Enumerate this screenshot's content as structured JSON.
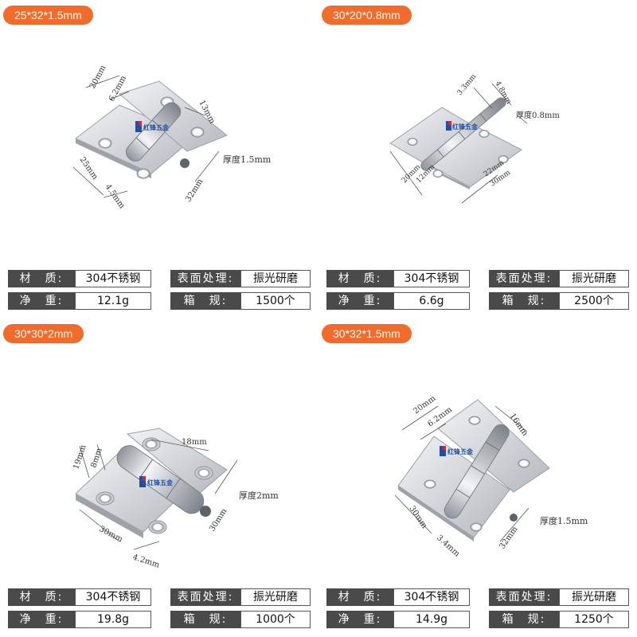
{
  "products": [
    {
      "size": "25*32*1.5mm",
      "dims": {
        "d1": "20mm",
        "d2": "6.2mm",
        "d3": "13mm",
        "d4": "厚度1.5mm",
        "d5": "32mm",
        "d6": "4.5mm",
        "d7": "25mm"
      },
      "specs": {
        "material_label": "材　质:",
        "material": "304不锈钢",
        "surface_label": "表面处理:",
        "surface": "振光研磨",
        "weight_label": "净　重:",
        "weight": "12.1g",
        "box_label": "箱　规:",
        "box": "1500个"
      }
    },
    {
      "size": "30*20*0.8mm",
      "dims": {
        "d1": "3.3mm",
        "d2": "4.8mm",
        "d3": "厚度0.8mm",
        "d4": "12mm",
        "d5": "20mm",
        "d6": "22mm",
        "d7": "30mm"
      },
      "specs": {
        "material_label": "材　质:",
        "material": "304不锈钢",
        "surface_label": "表面处理:",
        "surface": "振光研磨",
        "weight_label": "净　重:",
        "weight": "6.6g",
        "box_label": "箱　规:",
        "box": "2500个"
      }
    },
    {
      "size": "30*30*2mm",
      "dims": {
        "d1": "19mm",
        "d2": "8mm",
        "d3": "18mm",
        "d4": "厚度2mm",
        "d5": "30mm",
        "d6": "30mm",
        "d7": "4.2mm"
      },
      "specs": {
        "material_label": "材　质:",
        "material": "304不锈钢",
        "surface_label": "表面处理:",
        "surface": "振光研磨",
        "weight_label": "净　重:",
        "weight": "19.8g",
        "box_label": "箱　规:",
        "box": "1000个"
      }
    },
    {
      "size": "30*32*1.5mm",
      "dims": {
        "d1": "20mm",
        "d2": "6.2mm",
        "d3": "16mm",
        "d4": "厚度1.5mm",
        "d5": "30mm",
        "d6": "32mm",
        "d7": "3.4mm"
      },
      "specs": {
        "material_label": "材　质:",
        "material": "304不锈钢",
        "surface_label": "表面处理:",
        "surface": "振光研磨",
        "weight_label": "净　重:",
        "weight": "14.9g",
        "box_label": "箱　规:",
        "box": "1250个"
      }
    }
  ],
  "logo": {
    "text": "红锋五金"
  },
  "colors": {
    "pill": "#f26b2a",
    "label_bg": "#4a4a4a",
    "logo_blue": "#1f4fa8",
    "logo_red": "#d8282f",
    "steel": "#c9ccd1"
  },
  "icons": {
    "brand": "brand-logo-icon"
  }
}
